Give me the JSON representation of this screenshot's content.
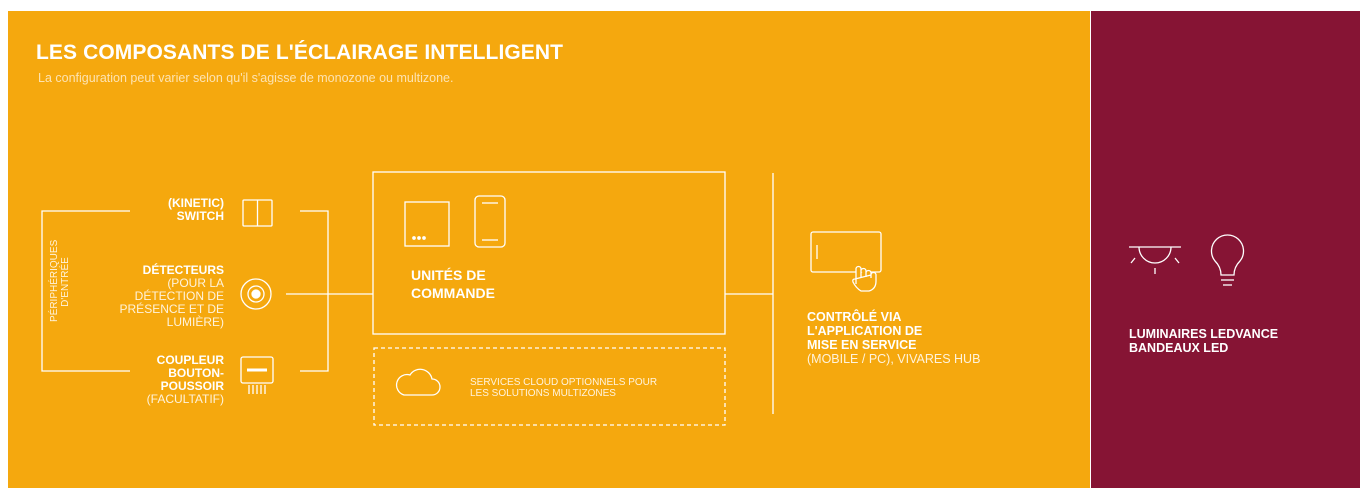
{
  "header": {
    "title": "LES COMPOSANTS DE L'ÉCLAIRAGE INTELLIGENT",
    "subtitle": "La configuration peut varier selon qu'il s'agisse de monozone ou multizone."
  },
  "inputs": {
    "group_label": "PÉRIPHÉRIQUES D'ENTRÉE",
    "switch": {
      "bold_line1": "(KINETIC)",
      "bold_line2": "SWITCH"
    },
    "detector": {
      "bold": "DÉTECTEURS",
      "line1": "(POUR LA",
      "line2": "DÉTECTION DE",
      "line3": "PRÉSENCE ET DE",
      "line4": "LUMIÈRE)"
    },
    "coupler": {
      "bold_line1": "COUPLEUR",
      "bold_line2": "BOUTON-",
      "bold_line3": "POUSSOIR",
      "note": "(FACULTATIF)"
    }
  },
  "control_units": {
    "line1": "UNITÉS DE",
    "line2": "COMMANDE"
  },
  "cloud": {
    "line1": "SERVICES CLOUD OPTIONNELS POUR",
    "line2": "LES SOLUTIONS MULTIZONES"
  },
  "app": {
    "bold_line1": "CONTRÔLÉ VIA",
    "bold_line2": "L'APPLICATION DE",
    "bold_line3": "MISE EN SERVICE",
    "normal": "(MOBILE / PC), VIVARES HUB"
  },
  "luminaires": {
    "line1": "LUMINAIRES LEDVANCE",
    "line2": "BANDEAUX LED"
  },
  "colors": {
    "main_panel": "#f5a80e",
    "side_panel": "#861434",
    "stroke": "#ffffff"
  }
}
